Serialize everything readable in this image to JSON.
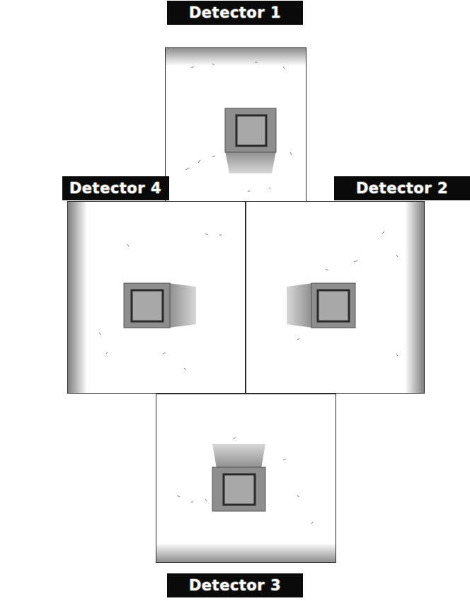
{
  "diagram": {
    "nodes": [
      {
        "text": [
          "Detector 1"
        ]
      },
      {
        "text": [
          "Detector 4"
        ]
      },
      {
        "text": [
          "Detector 2"
        ]
      },
      {
        "text": [
          "Detector 3"
        ]
      }
    ]
  }
}
